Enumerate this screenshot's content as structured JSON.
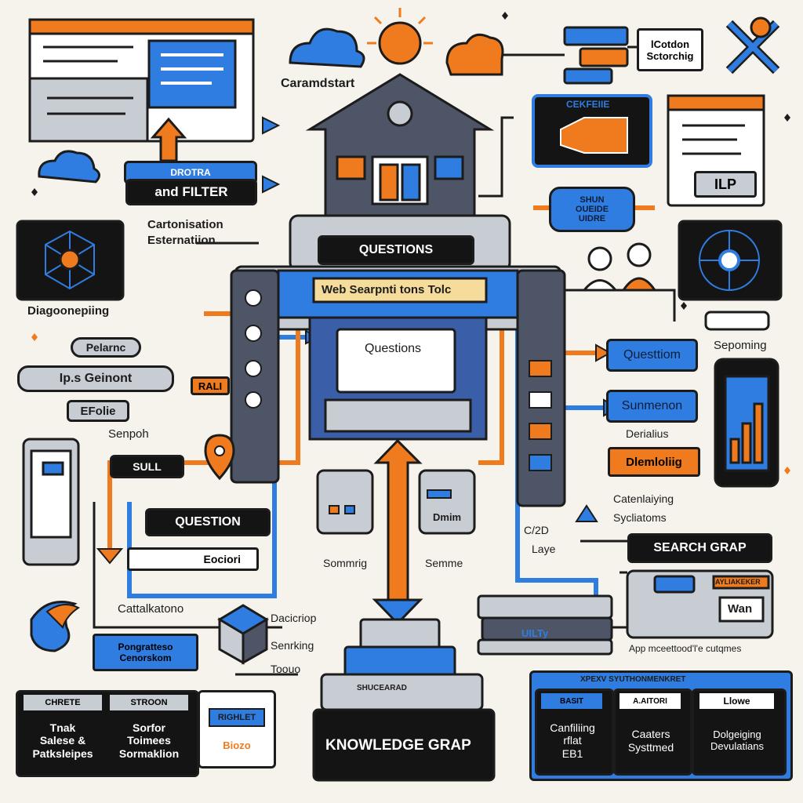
{
  "labels": {
    "camdstart": "Caramdstart",
    "lcation_line1": "lCotdon",
    "lcation_line2": "Sctorchig",
    "cekfeie": "CEKFEIIE",
    "drotra": "DROTRA",
    "and_filter": "and FILTER",
    "cartonisation_line1": "Cartonisation",
    "cartonisation_line2": "Esternatiion",
    "shun_line1": "SHUN",
    "shun_line2": "OUEIDE",
    "shun_line3": "UIDRE",
    "ilp": "ILP",
    "questions_top": "QUESTIONS",
    "web_banner": "Web Searpnti tons Tolc",
    "monitor_questions": "Questions",
    "diagonepling": "Diagoonepiing",
    "pelarnc": "Pelarnc",
    "ip_geinont": "Ip.s Geinont",
    "rali": "RALI",
    "efolie": "EFolie",
    "senpoh": "Senpoh",
    "sull": "SULL",
    "question_mid": "QUESTION",
    "eociori": "Eociori",
    "sepoming": "Sepoming",
    "questtiom": "Questtiom",
    "sunmenon": "Sunmenon",
    "derialius": "Derialius",
    "dlemloliig": "Dlemloliig",
    "catenlaiying_line1": "Catenlaiying",
    "catenlaiying_line2": "Sycliatoms",
    "cpd": "C/2D",
    "laye": "Laye",
    "search_graph": "SEARCH GRAP",
    "sommrig": "Sommrig",
    "semme": "Semme",
    "dmim": "Dmim",
    "cattalkatono": "Cattalkatono",
    "dacicriop": "Dacicriop",
    "senrking": "Senrking",
    "toouo": "Toouo",
    "pongratteso": "Pongratteso",
    "cenorskom": "Cenorskom",
    "book_label": "UILTy",
    "app_label": "App mceettood'l'e cutqmes",
    "ayliakeker": "AYLIAKEKER",
    "wan": "Wan",
    "knowledge_graph": "KNOWLEDGE GRAP",
    "base_tag": "SHUCEARAD",
    "righlet": "RIGHLET",
    "biozo": "Biozo"
  },
  "cards_left": [
    {
      "header": "CHRETE",
      "line1": "Tnak",
      "line2": "Salese &",
      "line3": "Patksleipes"
    },
    {
      "header": "STROON",
      "line1": "Sorfor",
      "line2": "Toimees",
      "line3": "Sormaklion"
    }
  ],
  "cards_right": {
    "banner": "XPEXV SYUTHONMENKRET",
    "items": [
      {
        "header": "BASIT",
        "line1": "Canfiliing",
        "line2": "rflat",
        "line3": "EB1"
      },
      {
        "header": "A.AITORI",
        "line1": "Caaters",
        "line2": "Systtmed",
        "line3": ""
      },
      {
        "header": "Llowe",
        "line1": "Dolgeiging",
        "line2": "Devulatians",
        "line3": ""
      }
    ]
  },
  "colors": {
    "accent_orange": "#f07b1e",
    "accent_blue": "#2f7de1",
    "ink": "#1c1c1c",
    "paper": "#f6f3ec",
    "slate": "#4d5566"
  }
}
